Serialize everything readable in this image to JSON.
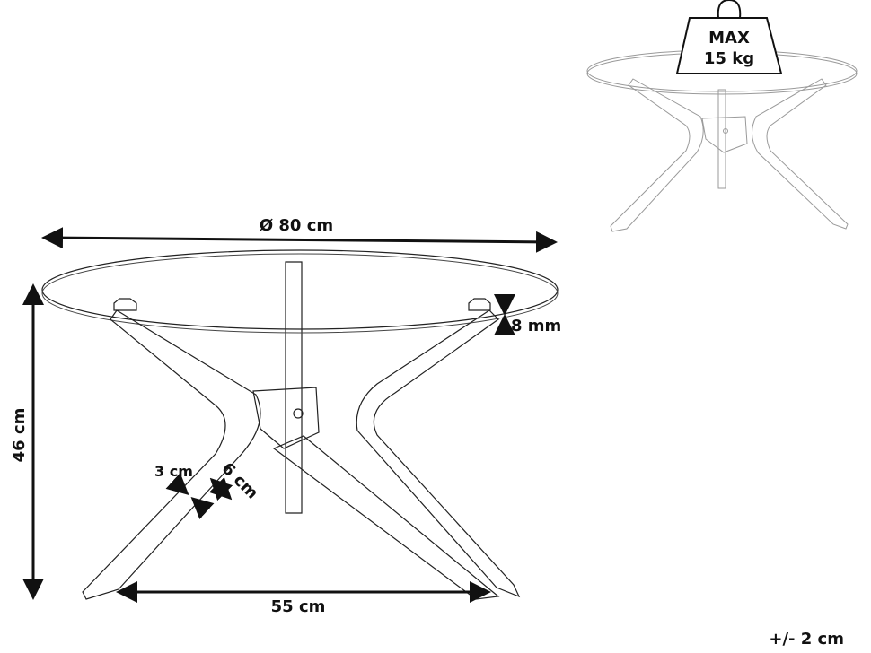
{
  "dimensions": {
    "diameter": "Ø 80 cm",
    "height": "46 cm",
    "glass_thickness": "8 mm",
    "leg_thickness": "3 cm",
    "leg_width": "6 cm",
    "base_span": "55 cm"
  },
  "weight_badge": {
    "line1": "MAX",
    "line2": "15 kg"
  },
  "tolerance": "+/- 2 cm",
  "colors": {
    "line": "#111111",
    "ghost": "#9a9a9a",
    "background": "#ffffff"
  }
}
